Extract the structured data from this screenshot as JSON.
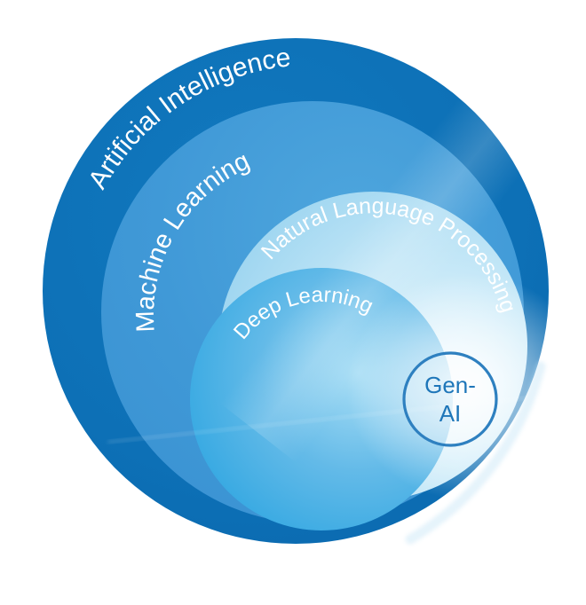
{
  "diagram": {
    "type": "nested-circles-concept-diagram",
    "labels": {
      "outer": "Artificial Intelligence",
      "ring2": "Machine Learning",
      "ring3": "Natural Language Processing",
      "ring4": "Deep Learning",
      "genai_line1": "Gen-",
      "genai_line2": "AI"
    },
    "nesting": [
      "Artificial Intelligence",
      "Machine Learning",
      "Natural Language Processing",
      "Deep Learning",
      "Gen-AI"
    ],
    "colors": {
      "ai_circle": "#0d70b6",
      "ml_circle": "#4099d7",
      "nlp_circle": "#c8e9f8",
      "dl_circle": "#5fb9e8",
      "genai_border": "#2e80c0",
      "genai_text": "#1e76b9",
      "label_text": "#ffffff",
      "background": "#ffffff"
    }
  }
}
